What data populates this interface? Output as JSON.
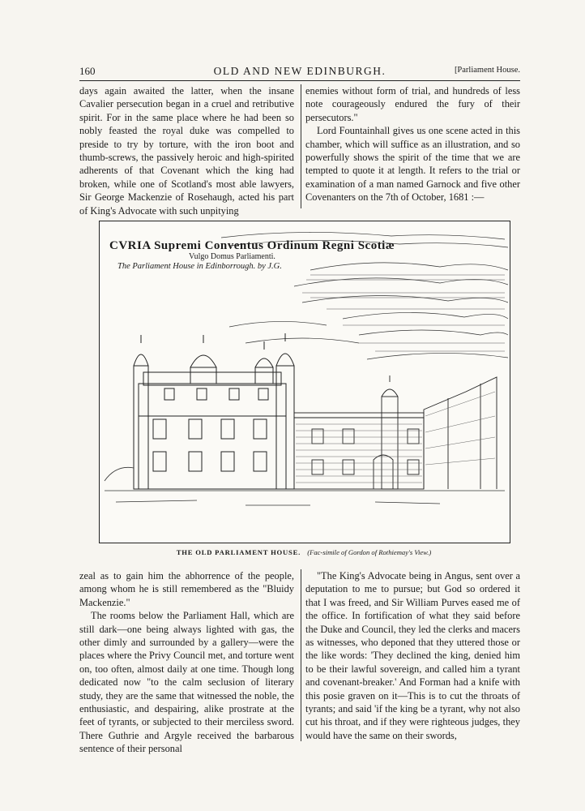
{
  "header": {
    "page_number": "160",
    "title": "OLD AND NEW EDINBURGH.",
    "section": "[Parliament House."
  },
  "top_left": [
    "days again awaited the latter, when the insane Cavalier persecution began in a cruel and retributive spirit. For in the same place where he had been so nobly feasted the royal duke was compelled to preside to try by torture, with the iron boot and thumb-screws, the passively heroic and high-spirited adherents of that Covenant which the king had broken, while one of Scotland's most able lawyers, Sir George Mackenzie of Rosehaugh, acted his part of King's Advocate with such unpitying"
  ],
  "top_right": [
    "enemies without form of trial, and hundreds of less note courageously endured the fury of their persecutors.\"",
    "Lord Fountainhall gives us one scene acted in this chamber, which will suffice as an illustration, and so powerfully shows the spirit of the time that we are tempted to quote it at length. It refers to the trial or examination of a man named Garnock and five other Covenanters on the 7th of October, 1681 :—"
  ],
  "figure": {
    "title": "CVRIA Supremi Conventus Ordinum Regni Scotiæ",
    "subtitle": "Vulgo Domus Parliamenti.",
    "subtitle2": "The Parliament House in Edinborrough. by J.G."
  },
  "caption": {
    "title": "THE OLD PARLIAMENT HOUSE.",
    "credit": "(Fac-simile of Gordon of Rothiemay's View.)"
  },
  "bottom_left": [
    "zeal as to gain him the abhorrence of the people, among whom he is still remembered as the \"Bluidy Mackenzie.\"",
    "The rooms below the Parliament Hall, which are still dark—one being always lighted with gas, the other dimly and surrounded by a gallery—were the places where the Privy Council met, and torture went on, too often, almost daily at one time. Though long dedicated now \"to the calm seclusion of literary study, they are the same that witnessed the noble, the enthusiastic, and despairing, alike prostrate at the feet of tyrants, or subjected to their merciless sword. There Guthrie and Argyle received the barbarous sentence of their personal"
  ],
  "bottom_right": [
    "\"The King's Advocate being in Angus, sent over a deputation to me to pursue; but God so ordered it that I was freed, and Sir William Purves eased me of the office. In fortification of what they said before the Duke and Council, they led the clerks and macers as witnesses, who deponed that they uttered those or the like words: 'They declined the king, denied him to be their lawful sovereign, and called him a tyrant and covenant-breaker.' And Forman had a knife with this posie graven on it—This is to cut the throats of tyrants; and said 'if the king be a tyrant, why not also cut his throat, and if they were righteous judges, they would have the same on their swords,"
  ]
}
